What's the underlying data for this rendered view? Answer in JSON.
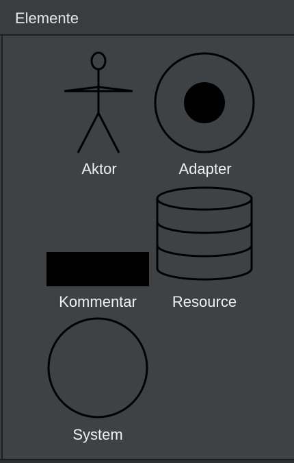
{
  "panel": {
    "title": "Elemente"
  },
  "elements": [
    {
      "label": "Aktor",
      "icon": "actor-icon"
    },
    {
      "label": "Adapter",
      "icon": "adapter-icon"
    },
    {
      "label": "Kommentar",
      "icon": "comment-icon"
    },
    {
      "label": "Resource",
      "icon": "resource-icon"
    },
    {
      "label": "System",
      "icon": "system-icon"
    }
  ],
  "colors": {
    "background": "#3e4245",
    "stroke": "#000000",
    "label": "#f0f0f0"
  }
}
